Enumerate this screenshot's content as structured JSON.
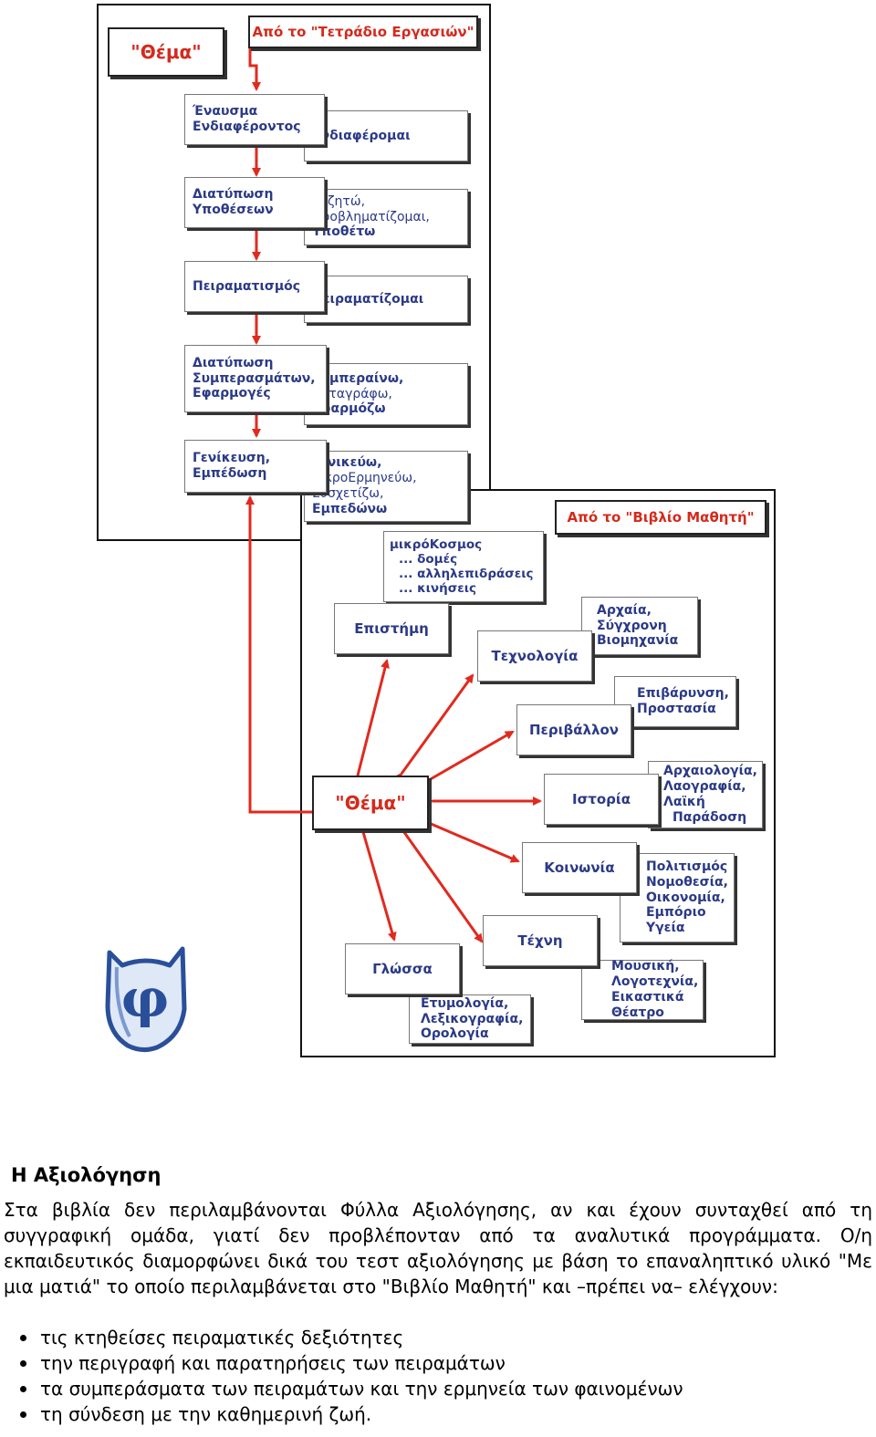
{
  "diagram": {
    "top_section": {
      "header": "Από το \"Τετράδιο Εργασιών\"",
      "theme": "\"Θέμα\"",
      "steps": [
        {
          "left": [
            "Έναυσμα",
            "Ενδιαφέροντος"
          ],
          "right": [
            "Ενδιαφέρομαι"
          ]
        },
        {
          "left": [
            "Διατύπωση",
            "Υποθέσεων"
          ],
          "right": [
            "Συζητώ,",
            "Προβληματίζομαι,",
            "Υποθέτω"
          ]
        },
        {
          "left": [
            "Πειραματισμός"
          ],
          "right": [
            "Πειραματίζομαι"
          ]
        },
        {
          "left": [
            "Διατύπωση",
            "Συμπερασμάτων,",
            "Εφαρμογές"
          ],
          "right": [
            "Συμπεραίνω,",
            "Καταγράφω,",
            "Εφαρμόζω"
          ]
        },
        {
          "left": [
            "Γενίκευση,",
            "Εμπέδωση"
          ],
          "right": [
            "Γενικεύω,",
            "μικροΕρμηνεύω,",
            "Συσχετίζω,",
            "Εμπεδώνω"
          ]
        }
      ]
    },
    "bottom_section": {
      "header": "Από το \"Βιβλίο Μαθητή\"",
      "theme": "\"Θέμα\"",
      "nodes": {
        "science": "Επιστήμη",
        "technology": "Τεχνολογία",
        "environment": "Περιβάλλον",
        "history": "Ιστορία",
        "society": "Κοινωνία",
        "art": "Τέχνη",
        "language": "Γλώσσα"
      },
      "notes": {
        "science": [
          "μικρόΚοσμος",
          "... δομές",
          "... αλληλεπιδράσεις",
          "... κινήσεις"
        ],
        "technology": [
          "Αρχαία,",
          "Σύγχρονη",
          "Βιομηχανία"
        ],
        "environment": [
          "Επιβάρυνση,",
          "Προστασία"
        ],
        "history": [
          "Αρχαιολογία,",
          "Λαογραφία,",
          "Λαϊκή",
          "Παράδοση"
        ],
        "society": [
          "Πολιτισμός",
          "Νομοθεσία,",
          "Οικονομία,",
          "Εμπόριο",
          "Υγεία"
        ],
        "art": [
          "Μουσική,",
          "Λογοτεχνία,",
          "Εικαστικά",
          "Θέατρο"
        ],
        "language": [
          "Ετυμολογία,",
          "Λεξικογραφία,",
          "Ορολογία"
        ]
      }
    },
    "logo_glyph": "φ"
  },
  "article": {
    "heading": "Η Αξιολόγηση",
    "paragraph": "Στα βιβλία δεν περιλαμβάνονται Φύλλα Αξιολόγησης, αν και έχουν συνταχθεί από τη συγγραφική ομάδα, γιατί δεν προβλέπονταν από τα αναλυτικά προγράμματα. Ο/η εκπαιδευτικός διαμορφώνει δικά του τεστ αξιολόγησης με βάση το επαναληπτικό υλικό \"Με μια ματιά\" το οποίο περιλαμβάνεται στο \"Βιβλίο Μαθητή\" και –πρέπει να– ελέγχουν:",
    "bullets": [
      "τις κτηθείσες πειραματικές δεξιότητες",
      "την περιγραφή και παρατηρήσεις των πειραμάτων",
      "τα συμπεράσματα των πειραμάτων και την ερμηνεία των φαινομένων",
      "τη σύνδεση με την καθημερινή ζωή."
    ]
  }
}
